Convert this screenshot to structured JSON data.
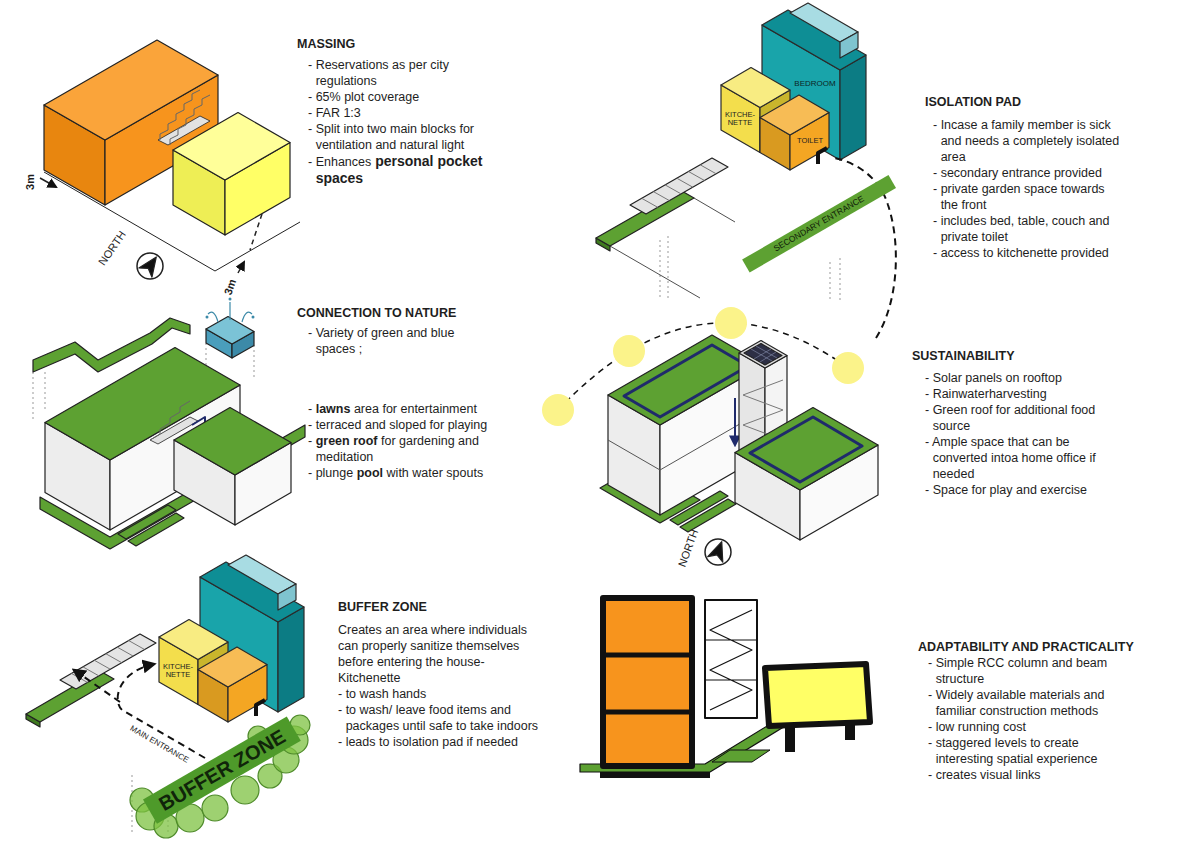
{
  "diagram": {
    "nodes": [
      {
        "text": [
          "BEDROOM"
        ]
      },
      {
        "text": [
          "KITCHE- NETTE"
        ]
      },
      {
        "text": [
          "TOILET"
        ]
      },
      {
        "text": [
          "SECONDARY ENTRANCE"
        ]
      },
      {
        "text": [
          "KITCHE- NETTE"
        ]
      },
      {
        "text": [
          "BUFFER ZONE"
        ]
      }
    ],
    "labels": [
      "MASSING",
      "- Reservations as per city regulations",
      "- 65% plot coverage",
      "- FAR 1:3",
      "- Split into two main blocks for ventilation and natural light",
      "- Enhances",
      "personal pocket spaces",
      "3m",
      "3m",
      "NORTH",
      "ISOLATION PAD",
      "- Incase a family member is sick and needs a completely isolated area",
      "- secondary entrance provided",
      "- private garden space towards the front",
      "- includes bed, table, couch and private toilet",
      "- access to kitchenette provided",
      "CONNECTION TO NATURE",
      "- Variety of green and blue spaces ;",
      "-",
      "lawns",
      "area for entertainment",
      "- terraced and sloped for playing",
      "-",
      "green roof",
      "for gardening and meditation",
      "- plunge",
      "pool",
      "with water spouts",
      "SUSTAINABILITY",
      "- Solar panels on rooftop",
      "- Rainwaterharvesting",
      "- Green roof for additional food source",
      "- Ample space that can be converted intoa home office if needed",
      "- Space for play and exercise",
      "NORTH",
      "BUFFER ZONE",
      "Creates an area where individuals can properly sanitize themselves before entering the house- Kitchenette",
      "- to wash hands",
      "- to wash/ leave food items and packages until safe to take indoors",
      "- leads to isolation pad if needed",
      "MAIN ENTRANCE",
      "ADAPTABILITY AND PRACTICALITY",
      "- Simple RCC column and beam structure",
      "- Widely available materials and familiar construction methods",
      "- low running cost",
      "- staggered levels to create interesting spatial experience",
      "- creates visual links"
    ]
  }
}
